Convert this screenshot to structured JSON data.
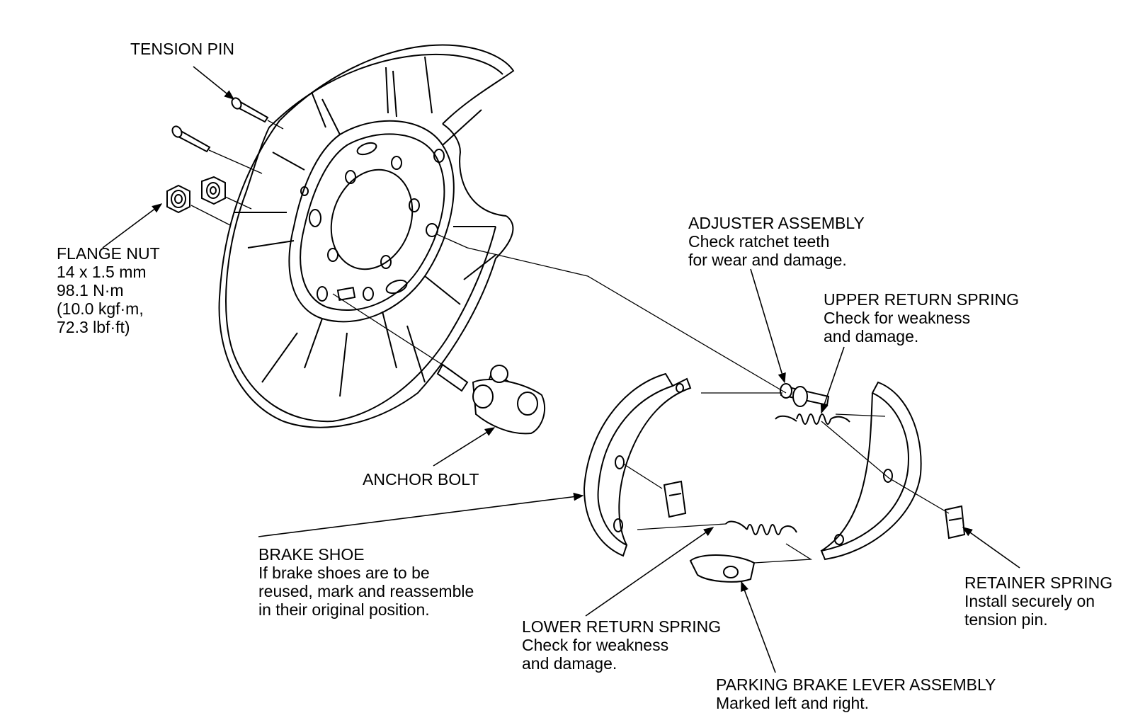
{
  "labels": {
    "tension_pin": {
      "title": "TENSION PIN"
    },
    "flange_nut": {
      "title": "FLANGE NUT",
      "lines": [
        "14 x 1.5 mm",
        "98.1 N·m",
        "(10.0 kgf·m,",
        "72.3 lbf·ft)"
      ]
    },
    "anchor_bolt": {
      "title": "ANCHOR BOLT"
    },
    "adjuster_assembly": {
      "title": "ADJUSTER ASSEMBLY",
      "lines": [
        "Check ratchet teeth",
        "for wear and damage."
      ]
    },
    "upper_return_spring": {
      "title": "UPPER RETURN SPRING",
      "lines": [
        "Check for weakness",
        "and damage."
      ]
    },
    "brake_shoe": {
      "title": "BRAKE SHOE",
      "lines": [
        "If brake shoes are to be",
        "reused, mark and reassemble",
        "in their original position."
      ]
    },
    "lower_return_spring": {
      "title": "LOWER RETURN SPRING",
      "lines": [
        "Check for weakness",
        "and damage."
      ]
    },
    "retainer_spring": {
      "title": "RETAINER SPRING",
      "lines": [
        "Install securely on",
        "tension pin."
      ]
    },
    "parking_brake_lever": {
      "title": "PARKING BRAKE LEVER ASSEMBLY",
      "lines": [
        "Marked left and right."
      ]
    }
  }
}
